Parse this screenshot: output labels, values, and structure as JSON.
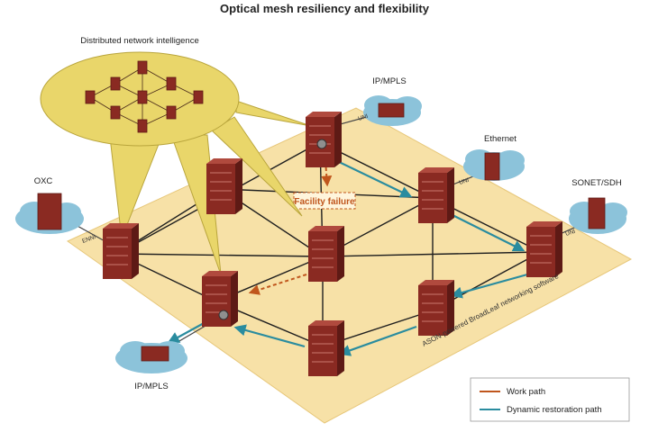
{
  "title": "Optical mesh resiliency and flexibility",
  "labels": {
    "distributed": "Distributed network intelligence",
    "ipmpls_top": "IP/MPLS",
    "ethernet": "Ethernet",
    "sonet": "SONET/SDH",
    "oxc": "OXC",
    "ipmpls_bottom": "IP/MPLS",
    "facility_failure": "Facility failure",
    "platform_text": "ASON-powered BroadLeaf networking software",
    "uni": "UNI",
    "enni": "ENNI"
  },
  "legend": {
    "work_path": "Work path",
    "restoration_path": "Dynamic restoration path"
  },
  "colors": {
    "platform": "#f7e1a7",
    "bubble": "#e9d66a",
    "cloud": "#8cc3da",
    "node": "#8a2a22",
    "work_path": "#c0561d",
    "restoration_path": "#2a8c9f"
  }
}
